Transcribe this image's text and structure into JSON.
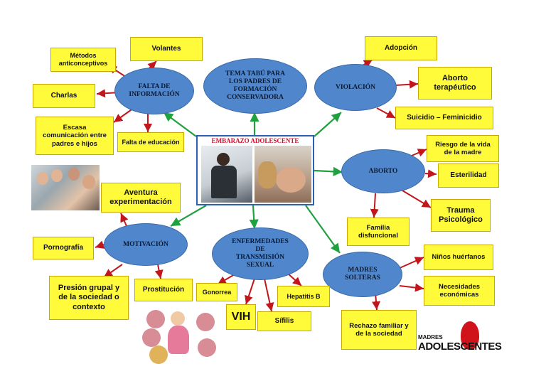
{
  "center": {
    "title": "EMBARAZO ADOLESCENTE"
  },
  "ellipses": {
    "falta": "FALTA DE\nINFORMACIÓN",
    "tema": "TEMA TABÚ PARA\nLOS PADRES DE\nFORMACIÓN\nCONSERVADORA",
    "violacion": "VIOLACIÓN",
    "aborto": "ABORTO",
    "motivacion": "MOTIVACIÓN",
    "enfermedades": "ENFERMEDADES\nDE\nTRANSMISIÓN\nSEXUAL",
    "madres": "MADRES\nSOLTERAS"
  },
  "boxes": {
    "metodos": "Métodos\nanticonceptivos",
    "volantes": "Volantes",
    "charlas": "Charlas",
    "escasa": "Escasa\ncomunicación entre\npadres e hijos",
    "falta_educacion": "Falta de educación",
    "adopcion": "Adopción",
    "aborto_terapeutico": "Aborto\nterapéutico",
    "suicidio": "Suicidio – Feminicidio",
    "riesgo": "Riesgo de la vida\nde la madre",
    "esterilidad": "Esterilidad",
    "trauma": "Trauma\nPsicológico",
    "familia": "Familia\ndisfuncional",
    "aventura": "Aventura\nexperimentación",
    "pornografia": "Pornografía",
    "presion": "Presión grupal y\nde la sociedad o\ncontexto",
    "prostitucion": "Prostitución",
    "gonorrea": "Gonorrea",
    "vih": "VIH",
    "sifilis": "Sífilis",
    "hepatitis": "Hepatitis B",
    "ninos": "Niños huérfanos",
    "necesidades": "Necesidades\neconómicas",
    "rechazo": "Rechazo familiar y\nde la sociedad"
  },
  "brand": {
    "small": "MADRES",
    "big": "ADOLESCENTES"
  },
  "colors": {
    "ellipse": "#4f86cc",
    "box": "#fffb3a",
    "arrow_red": "#c0161c",
    "arrow_green": "#1fa13f",
    "center_title": "#c8102e"
  }
}
